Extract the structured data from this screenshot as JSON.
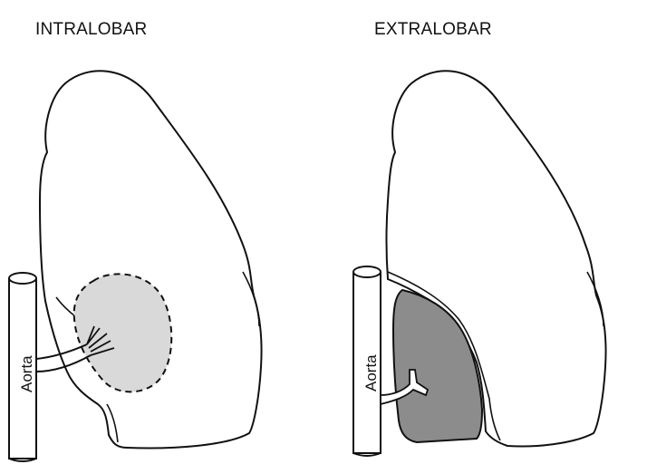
{
  "panels": [
    {
      "title": "INTRALOBAR",
      "aorta_label": "Aorta",
      "sequestration_fill": "#d9d9d9",
      "sequestration_border": "dashed"
    },
    {
      "title": "EXTRALOBAR",
      "aorta_label": "Aorta",
      "sequestration_fill": "#8c8c8c",
      "sequestration_border": "solid"
    }
  ],
  "colors": {
    "outline": "#111111",
    "background": "#ffffff"
  }
}
